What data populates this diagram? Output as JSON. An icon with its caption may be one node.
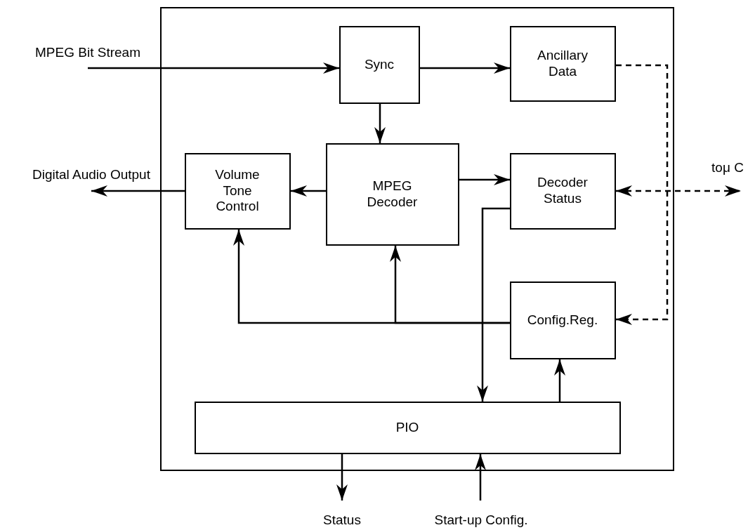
{
  "diagram": {
    "nodes": [
      {
        "text": [],
        "shape": "box"
      },
      {
        "text": [
          "Sync"
        ],
        "in": 0
      },
      {
        "text": [
          "Ancillary Data"
        ],
        "in": 0
      },
      {
        "text": [
          "Volume Tone Control"
        ],
        "in": 0
      },
      {
        "text": [
          "MPEG Decoder"
        ],
        "in": 0
      },
      {
        "text": [
          "Decoder Status"
        ],
        "in": 0
      },
      {
        "text": [
          "Config.Reg."
        ],
        "in": 0
      },
      {
        "text": [
          "PIO"
        ],
        "in": 0
      },
      {
        "text": [
          "MPEG Bit Stream"
        ]
      },
      {
        "text": [
          "Digital Audio Output"
        ]
      },
      {
        "text": [
          "toμ C"
        ]
      },
      {
        "text": [
          "Status"
        ]
      },
      {
        "text": [
          "Start-up Config."
        ]
      }
    ],
    "edges": [
      {
        "from": 8,
        "to": 1,
        "arrow": "to"
      },
      {
        "from": 1,
        "to": 2,
        "arrow": "to"
      },
      {
        "from": 1,
        "to": 4,
        "arrow": "to"
      },
      {
        "from": 4,
        "to": 3,
        "arrow": "to"
      },
      {
        "from": 4,
        "to": 5,
        "arrow": "to"
      },
      {
        "from": 3,
        "to": 9,
        "arrow": "to"
      },
      {
        "from": 5,
        "to": 10,
        "arrow": "both",
        "style": "dashed"
      },
      {
        "from": 2,
        "to": 6,
        "arrow": "to",
        "style": "dashed"
      },
      {
        "from": 6,
        "to": 3,
        "arrow": "to"
      },
      {
        "from": 6,
        "to": 4,
        "arrow": "to"
      },
      {
        "from": 5,
        "to": 7,
        "arrow": "to"
      },
      {
        "from": 7,
        "to": 6,
        "arrow": "to"
      },
      {
        "from": 7,
        "to": 11,
        "arrow": "to"
      },
      {
        "from": 12,
        "to": 7,
        "arrow": "to"
      }
    ]
  }
}
